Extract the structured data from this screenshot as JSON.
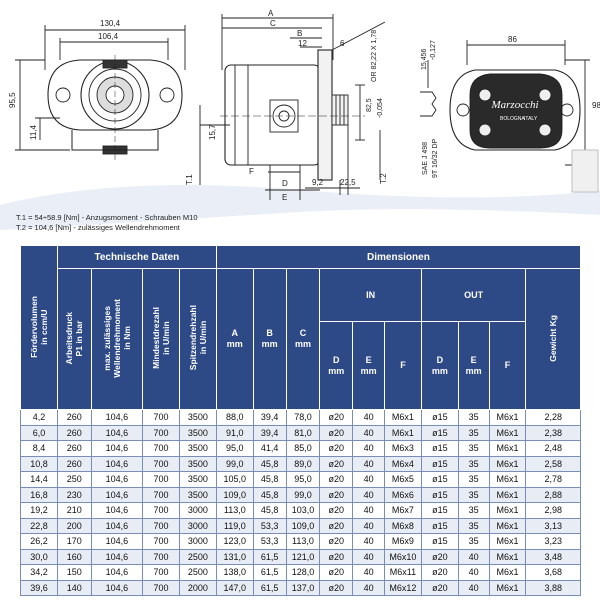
{
  "drawing_labels": {
    "front": {
      "width_outer": "130,4",
      "width_inner": "106,4",
      "height": "95,5",
      "offset": "11,4"
    },
    "side": {
      "A": "A",
      "B": "B",
      "C": "C",
      "D": "D",
      "E": "E",
      "F": "F",
      "d12": "12",
      "d6": "6",
      "d15_7": "15,7",
      "d9_2": "9,2",
      "d22_5": "22,5",
      "d82_5": "82,5",
      "fit": "-0,054",
      "or": "OR 82,22 X 1,78",
      "t1": "T.1",
      "t2": "T.2"
    },
    "shaft": {
      "dia": "15,456",
      "dia_tol": "-0,127",
      "spec1": "SAE J 498",
      "spec2": "9T 16/32 DP"
    },
    "rear": {
      "width": "86",
      "height": "98",
      "brand": "Marzocchi",
      "city": "BOLOGNA",
      "country": "ITALY"
    }
  },
  "notes": [
    "T.1 = 54÷58.9 [Nm] - Anzugsmoment - Schrauben M10",
    "T.2 = 104,6 [Nm] - zulässiges Wellendrehmoment"
  ],
  "table": {
    "group_tech": "Technische Daten",
    "group_dim": "Dimensionen",
    "group_in": "IN",
    "group_out": "OUT",
    "col_volume": "Fördervolumen\nin ccm/U",
    "col_pressure": "Arbeitsdruck\nP1 in bar",
    "col_torque": "max. zulässiges\nWellendrehmoment\nin Nm",
    "col_min_rpm": "Mindestdrezahl\nin U/min",
    "col_max_rpm": "Spitzendrehzahl\nin U/min",
    "col_A": "A\nmm",
    "col_B": "B\nmm",
    "col_C": "C\nmm",
    "col_D_in": "D\nmm",
    "col_E_in": "E\nmm",
    "col_F_in": "F",
    "col_D_out": "D\nmm",
    "col_E_out": "E\nmm",
    "col_F_out": "F",
    "col_weight": "Gewicht   Kg",
    "rows": [
      [
        "4,2",
        "260",
        "104,6",
        "700",
        "3500",
        "88,0",
        "39,4",
        "78,0",
        "ø20",
        "40",
        "M6x1",
        "ø15",
        "35",
        "M6x1",
        "2,28"
      ],
      [
        "6,0",
        "260",
        "104,6",
        "700",
        "3500",
        "91,0",
        "39,4",
        "81,0",
        "ø20",
        "40",
        "M6x1",
        "ø15",
        "35",
        "M6x1",
        "2,38"
      ],
      [
        "8,4",
        "260",
        "104,6",
        "700",
        "3500",
        "95,0",
        "41,4",
        "85,0",
        "ø20",
        "40",
        "M6x3",
        "ø15",
        "35",
        "M6x1",
        "2,48"
      ],
      [
        "10,8",
        "260",
        "104,6",
        "700",
        "3500",
        "99,0",
        "45,8",
        "89,0",
        "ø20",
        "40",
        "M6x4",
        "ø15",
        "35",
        "M6x1",
        "2,58"
      ],
      [
        "14,4",
        "250",
        "104,6",
        "700",
        "3500",
        "105,0",
        "45,8",
        "95,0",
        "ø20",
        "40",
        "M6x5",
        "ø15",
        "35",
        "M6x1",
        "2,78"
      ],
      [
        "16,8",
        "230",
        "104,6",
        "700",
        "3500",
        "109,0",
        "45,8",
        "99,0",
        "ø20",
        "40",
        "M6x6",
        "ø15",
        "35",
        "M6x1",
        "2,88"
      ],
      [
        "19,2",
        "210",
        "104,6",
        "700",
        "3000",
        "113,0",
        "45,8",
        "103,0",
        "ø20",
        "40",
        "M6x7",
        "ø15",
        "35",
        "M6x1",
        "2,98"
      ],
      [
        "22,8",
        "200",
        "104,6",
        "700",
        "3000",
        "119,0",
        "53,3",
        "109,0",
        "ø20",
        "40",
        "M6x8",
        "ø15",
        "35",
        "M6x1",
        "3,13"
      ],
      [
        "26,2",
        "170",
        "104,6",
        "700",
        "3000",
        "123,0",
        "53,3",
        "113,0",
        "ø20",
        "40",
        "M6x9",
        "ø15",
        "35",
        "M6x1",
        "3,23"
      ],
      [
        "30,0",
        "160",
        "104,6",
        "700",
        "2500",
        "131,0",
        "61,5",
        "121,0",
        "ø20",
        "40",
        "M6x10",
        "ø20",
        "40",
        "M6x1",
        "3,48"
      ],
      [
        "34,2",
        "150",
        "104,6",
        "700",
        "2500",
        "138,0",
        "61,5",
        "128,0",
        "ø20",
        "40",
        "M6x11",
        "ø20",
        "40",
        "M6x1",
        "3,68"
      ],
      [
        "39,6",
        "140",
        "104,6",
        "700",
        "2000",
        "147,0",
        "61,5",
        "137,0",
        "ø20",
        "40",
        "M6x12",
        "ø20",
        "40",
        "M6x1",
        "3,88"
      ]
    ]
  }
}
